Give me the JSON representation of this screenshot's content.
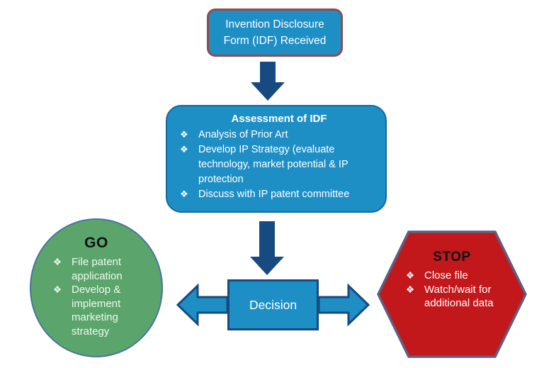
{
  "colors": {
    "background": "#ffffff",
    "box_blue": "#1e8fc5",
    "arrow_navy": "#174a80",
    "top_box_border": "#8f4b4d",
    "assessment_border": "#1468a0",
    "go_green": "#5ba56c",
    "go_border": "#48759c",
    "stop_red": "#c2181c",
    "stop_border": "#5d5f80",
    "text_light": "#ffffff",
    "pale_text": "#eefaee",
    "text_dark": "#111111"
  },
  "bullets": {
    "glyph": "❖"
  },
  "nodes": {
    "idf_received": {
      "label": "Invention Disclosure Form (IDF) Received"
    },
    "assessment": {
      "title": "Assessment of IDF",
      "items": [
        "Analysis of Prior Art",
        "Develop IP Strategy (evaluate technology, market potential & IP protection",
        "Discuss with IP patent committee"
      ]
    },
    "decision": {
      "label": "Decision"
    },
    "go": {
      "title": "GO",
      "items": [
        "File patent application",
        "Develop & implement marketing strategy"
      ]
    },
    "stop": {
      "title": "STOP",
      "items": [
        "Close file",
        "Watch/wait for additional data"
      ]
    }
  }
}
